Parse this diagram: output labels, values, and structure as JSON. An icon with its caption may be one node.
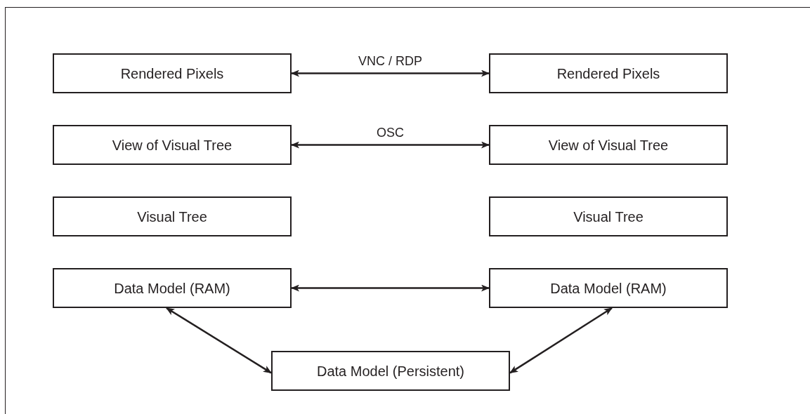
{
  "diagram": {
    "nodes": [
      {
        "text": [
          "Rendered Pixels"
        ]
      },
      {
        "text": [
          "Rendered Pixels"
        ]
      },
      {
        "text": [
          "View of Visual Tree"
        ]
      },
      {
        "text": [
          "View of Visual Tree"
        ]
      },
      {
        "text": [
          "Visual Tree"
        ]
      },
      {
        "text": [
          "Visual Tree"
        ]
      },
      {
        "text": [
          "Data Model (RAM)"
        ]
      },
      {
        "text": [
          "Data Model (RAM)"
        ]
      },
      {
        "text": [
          "Data Model (Persistent)"
        ]
      }
    ],
    "edges": [
      {
        "from": 0,
        "to": 1,
        "arrow": "both",
        "label": "VNC / RDP"
      },
      {
        "from": 2,
        "to": 3,
        "arrow": "both",
        "label": "OSC"
      },
      {
        "from": 6,
        "to": 7,
        "arrow": "both"
      },
      {
        "from": 6,
        "to": 8,
        "arrow": "both"
      },
      {
        "from": 7,
        "to": 8,
        "arrow": "both"
      }
    ]
  }
}
